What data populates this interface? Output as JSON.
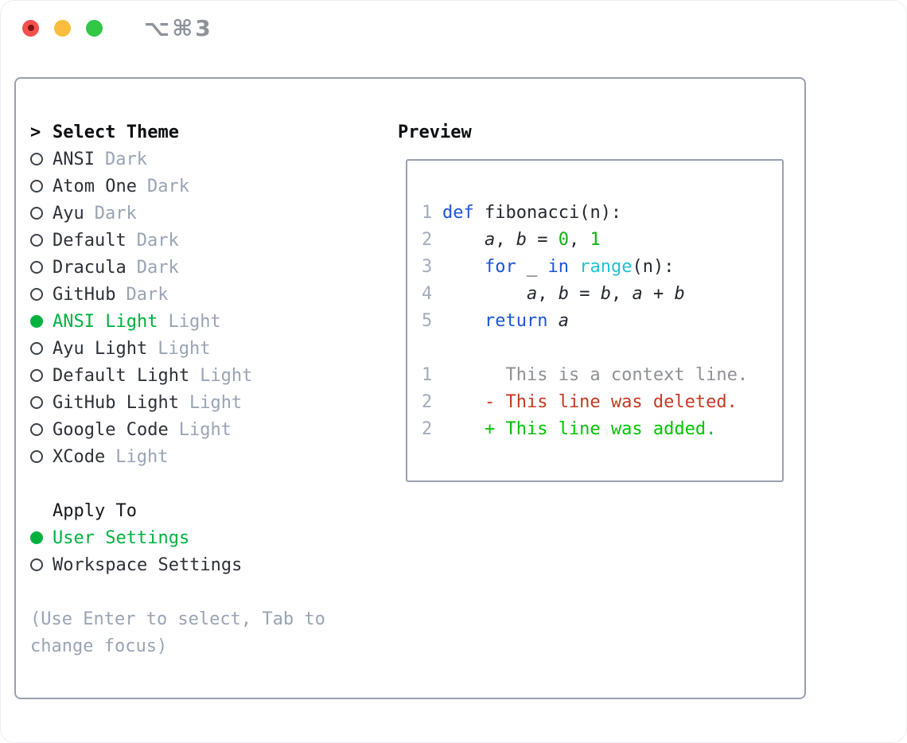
{
  "window": {
    "title_shortcut": "⌥⌘3"
  },
  "colors": {
    "accent_green": "#00b140",
    "keyword_blue": "#1b55d8",
    "builtin_cyan": "#1fc3cf",
    "number_green": "#13b213",
    "added_green": "#00c300",
    "deleted_red": "#c43a22",
    "muted_gray": "#9aa4b4",
    "border_gray": "#99a1ad",
    "traffic_red": "#f3504e",
    "traffic_yellow": "#fbbd3e",
    "traffic_green": "#33c748"
  },
  "theme_panel": {
    "header_prefix": ">",
    "header": "Select Theme",
    "items": [
      {
        "name": "ANSI",
        "variant": "Dark",
        "selected": false
      },
      {
        "name": "Atom One",
        "variant": "Dark",
        "selected": false
      },
      {
        "name": "Ayu",
        "variant": "Dark",
        "selected": false
      },
      {
        "name": "Default",
        "variant": "Dark",
        "selected": false
      },
      {
        "name": "Dracula",
        "variant": "Dark",
        "selected": false
      },
      {
        "name": "GitHub",
        "variant": "Dark",
        "selected": false
      },
      {
        "name": "ANSI Light",
        "variant": "Light",
        "selected": true
      },
      {
        "name": "Ayu Light",
        "variant": "Light",
        "selected": false
      },
      {
        "name": "Default Light",
        "variant": "Light",
        "selected": false
      },
      {
        "name": "GitHub Light",
        "variant": "Light",
        "selected": false
      },
      {
        "name": "Google Code",
        "variant": "Light",
        "selected": false
      },
      {
        "name": "XCode",
        "variant": "Light",
        "selected": false
      }
    ],
    "apply_to": {
      "header": "Apply To",
      "options": [
        {
          "label": "User Settings",
          "selected": true
        },
        {
          "label": "Workspace Settings",
          "selected": false
        }
      ]
    },
    "hint_lines": [
      "(Use Enter to select, Tab to",
      "change focus)"
    ]
  },
  "preview": {
    "header": "Preview",
    "code_lines": [
      {
        "num": "1",
        "tokens": [
          [
            "def",
            "kw"
          ],
          [
            " fibonacci(n):",
            "pl"
          ]
        ]
      },
      {
        "num": "2",
        "tokens": [
          [
            "    ",
            "pl"
          ],
          [
            "a",
            "var"
          ],
          [
            ", ",
            "pl"
          ],
          [
            "b",
            "var"
          ],
          [
            " = ",
            "pl"
          ],
          [
            "0",
            "num"
          ],
          [
            ", ",
            "pl"
          ],
          [
            "1",
            "num"
          ]
        ]
      },
      {
        "num": "3",
        "tokens": [
          [
            "    ",
            "pl"
          ],
          [
            "for",
            "kw"
          ],
          [
            " _ ",
            "pl"
          ],
          [
            "in",
            "kw"
          ],
          [
            " ",
            "pl"
          ],
          [
            "range",
            "bi"
          ],
          [
            "(n):",
            "pl"
          ]
        ]
      },
      {
        "num": "4",
        "tokens": [
          [
            "        ",
            "pl"
          ],
          [
            "a",
            "var"
          ],
          [
            ", ",
            "pl"
          ],
          [
            "b",
            "var"
          ],
          [
            " = ",
            "pl"
          ],
          [
            "b",
            "var"
          ],
          [
            ", ",
            "pl"
          ],
          [
            "a",
            "var"
          ],
          [
            " + ",
            "pl"
          ],
          [
            "b",
            "var"
          ]
        ]
      },
      {
        "num": "5",
        "tokens": [
          [
            "    ",
            "pl"
          ],
          [
            "return",
            "kw"
          ],
          [
            " ",
            "pl"
          ],
          [
            "a",
            "var"
          ]
        ]
      }
    ],
    "diff_lines": [
      {
        "num": "1",
        "marker": " ",
        "text": "This is a context line.",
        "type": "context"
      },
      {
        "num": "2",
        "marker": "-",
        "text": "This line was deleted.",
        "type": "deleted"
      },
      {
        "num": "2",
        "marker": "+",
        "text": "This line was added.",
        "type": "added"
      }
    ]
  }
}
